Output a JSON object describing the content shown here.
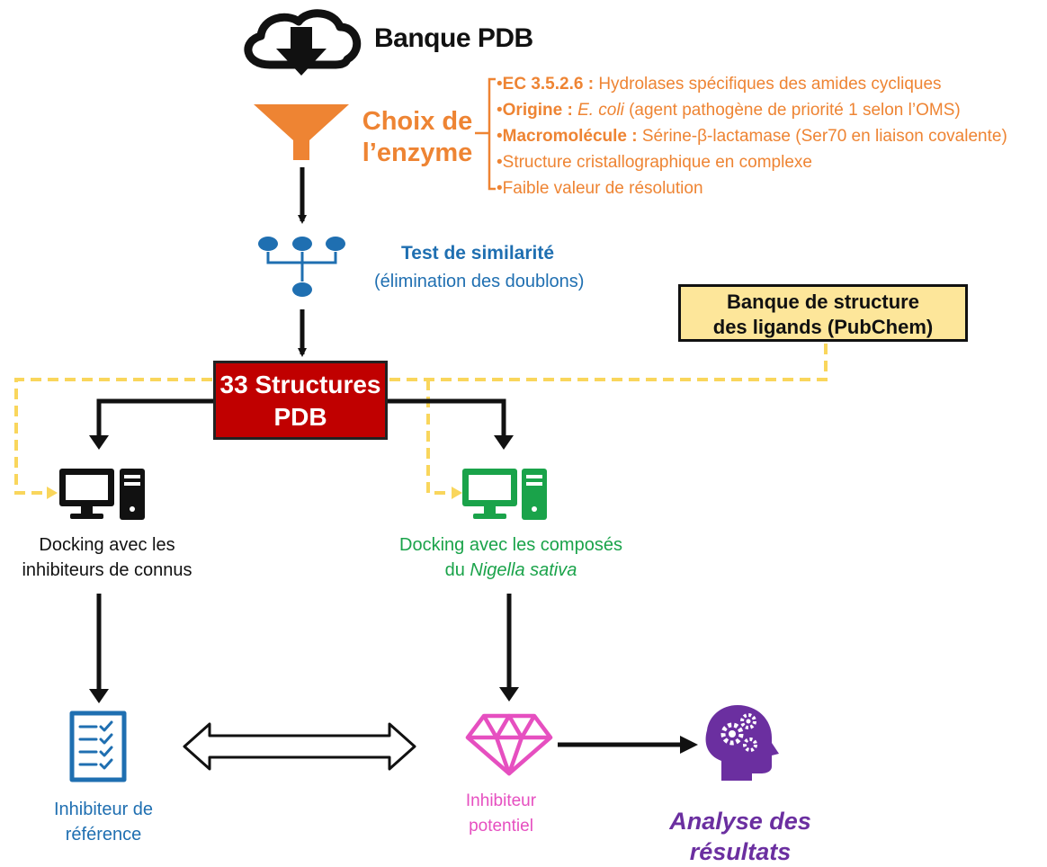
{
  "pdb_bank": {
    "label": "Banque PDB"
  },
  "enzyme_choice": {
    "label_line1": "Choix de",
    "label_line2": "l’enzyme",
    "criteria": [
      {
        "key": "EC 3.5.2.6 :",
        "text": " Hydrolases spécifiques des amides cycliques"
      },
      {
        "key": "Origine :",
        "italic": "E. coli",
        "text": " (agent pathogène de priorité 1 selon l’OMS)"
      },
      {
        "key": "Macromolécule :",
        "text": " Sérine-β-lactamase (Ser70 en liaison covalente)"
      },
      {
        "key": "",
        "text": "Structure cristallographique en complexe"
      },
      {
        "key": "",
        "text": "Faible valeur de résolution"
      }
    ]
  },
  "similarity": {
    "title": "Test de similarité",
    "subtitle": "(élimination des doublons)"
  },
  "ligand_bank": {
    "line1": "Banque de structure",
    "line2": "des ligands (PubChem)"
  },
  "pdb_structures": {
    "line1": "33 Structures",
    "line2": "PDB"
  },
  "docking_known": {
    "line1": "Docking avec les",
    "line2": "inhibiteurs de connus"
  },
  "docking_nigella": {
    "line1": "Docking avec les composés",
    "line2_prefix": "du ",
    "line2_italic": "Nigella sativa"
  },
  "reference_inhibitor": {
    "line1": "Inhibiteur de",
    "line2": "référence"
  },
  "potential_inhibitor": {
    "line1": "Inhibiteur",
    "line2": "potentiel"
  },
  "analysis": {
    "line1": "Analyse des",
    "line2": "résultats"
  },
  "colors": {
    "orange": "#ee8433",
    "blue": "#1f6fb1",
    "green": "#1aa34a",
    "red": "#c00000",
    "yellow_dashed": "#f9d65c",
    "pink": "#e64fc0",
    "purple": "#6b2fa0"
  },
  "icons": {
    "bank": "cloud-download-icon",
    "enzyme": "funnel-icon",
    "similarity": "hierarchy-icon",
    "docking_known": "computer-icon",
    "docking_nigella": "computer-icon",
    "reference_inhibitor": "checklist-icon",
    "potential_inhibitor": "diamond-icon",
    "analysis": "brain-gears-icon"
  }
}
